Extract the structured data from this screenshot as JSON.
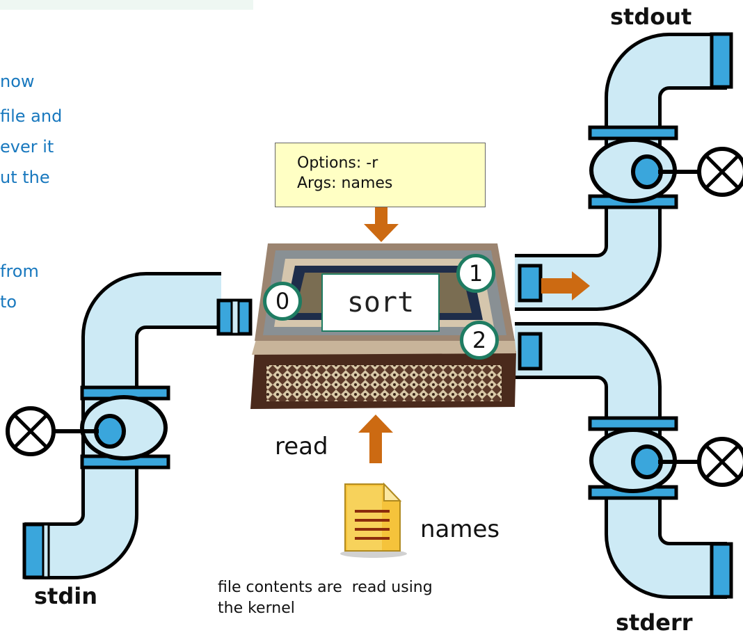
{
  "partial_text": {
    "line1": "now",
    "line2": "file and",
    "line3": "ever it",
    "line4": "ut the",
    "line5": "from",
    "line6": "to"
  },
  "streams": {
    "stdin": "stdin",
    "stdout": "stdout",
    "stderr": "stderr"
  },
  "command": {
    "name": "sort",
    "options_line": "Options: -r",
    "args_line": "Args: names"
  },
  "fds": {
    "fd0": "0",
    "fd1": "1",
    "fd2": "2"
  },
  "read_label": "read",
  "file_name": "names",
  "caption": {
    "line1": "file contents are  read using",
    "line2": "the kernel"
  },
  "colors": {
    "pipe_fill": "#cdeaf5",
    "pipe_band": "#3aa6dc",
    "arrow": "#cc6a12",
    "fd_ring": "#1e7c62",
    "partial_text": "#1878be",
    "info_box": "#ffffc4"
  }
}
